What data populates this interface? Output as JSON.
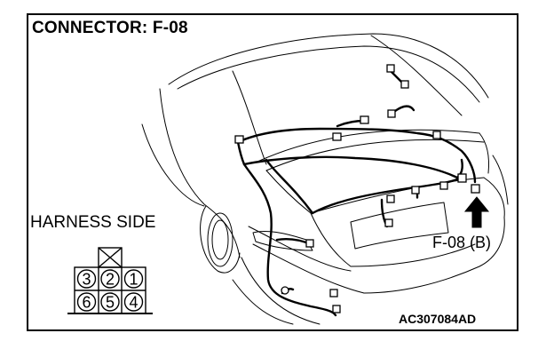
{
  "title": "CONNECTOR: F-08",
  "view_label": "HARNESS SIDE",
  "connector_callout": "F-08 (B)",
  "figure_code": "AC307084AD",
  "connector_pins": {
    "top_row": [
      "3",
      "2",
      "1"
    ],
    "bottom_row": [
      "6",
      "5",
      "4"
    ]
  },
  "colors": {
    "line": "#000000",
    "background": "#ffffff"
  }
}
